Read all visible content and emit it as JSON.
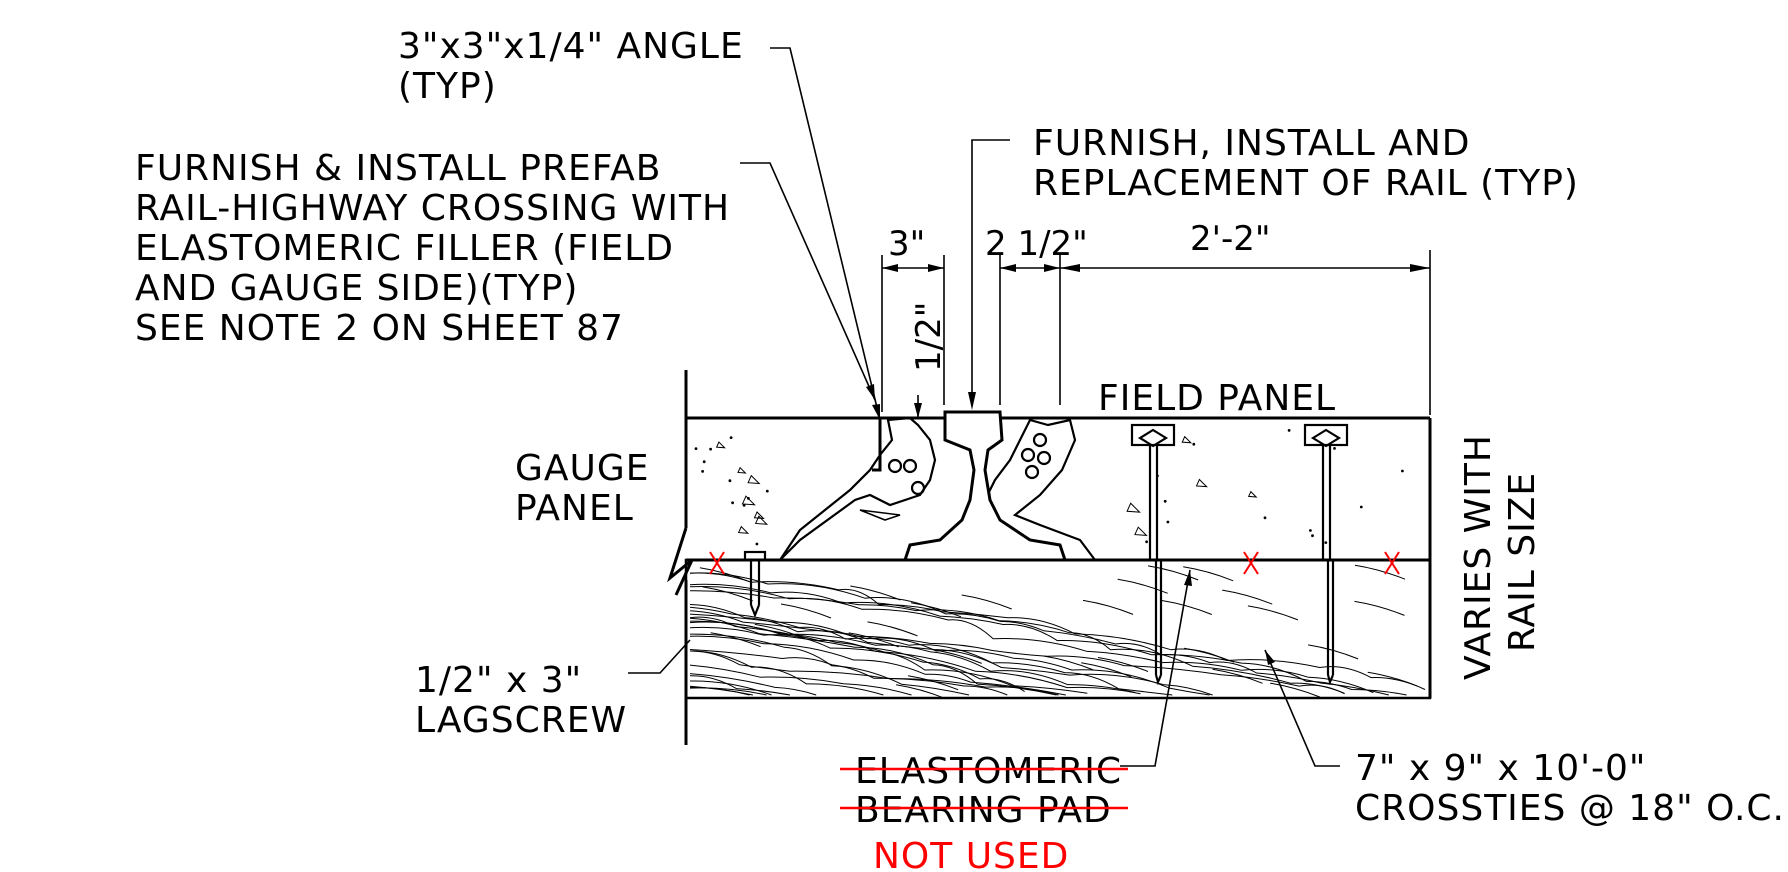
{
  "labels": {
    "angle_l1": "3\"x3\"x1/4\" ANGLE",
    "angle_l2": "(TYP)",
    "prefab_l1": "FURNISH & INSTALL PREFAB",
    "prefab_l2": "RAIL-HIGHWAY CROSSING WITH",
    "prefab_l3": "ELASTOMERIC FILLER (FIELD",
    "prefab_l4": "AND GAUGE SIDE)(TYP)",
    "prefab_l5": "SEE NOTE 2 ON SHEET 87",
    "rail_l1": "FURNISH, INSTALL AND",
    "rail_l2": "REPLACEMENT OF RAIL (TYP)",
    "field_panel": "FIELD PANEL",
    "gauge_l1": "GAUGE",
    "gauge_l2": "PANEL",
    "varies_l1": "VARIES WITH",
    "varies_l2": "RAIL SIZE",
    "lag_l1": "1/2\" x 3\"",
    "lag_l2": "LAGSCREW",
    "pad_l1": "ELASTOMERIC",
    "pad_l2": "BEARING PAD",
    "not_used": "NOT USED",
    "ties_l1": "7\" x 9\" x 10'-0\"",
    "ties_l2": "CROSSTIES @ 18\" O.C."
  },
  "dimensions": {
    "d1": "3\"",
    "d2": "2 1/2\"",
    "d3": "2'-2\"",
    "d4": "1/2\""
  },
  "colors": {
    "line": "#000000",
    "strike": "#ff0000",
    "marker": "#ff0000"
  }
}
